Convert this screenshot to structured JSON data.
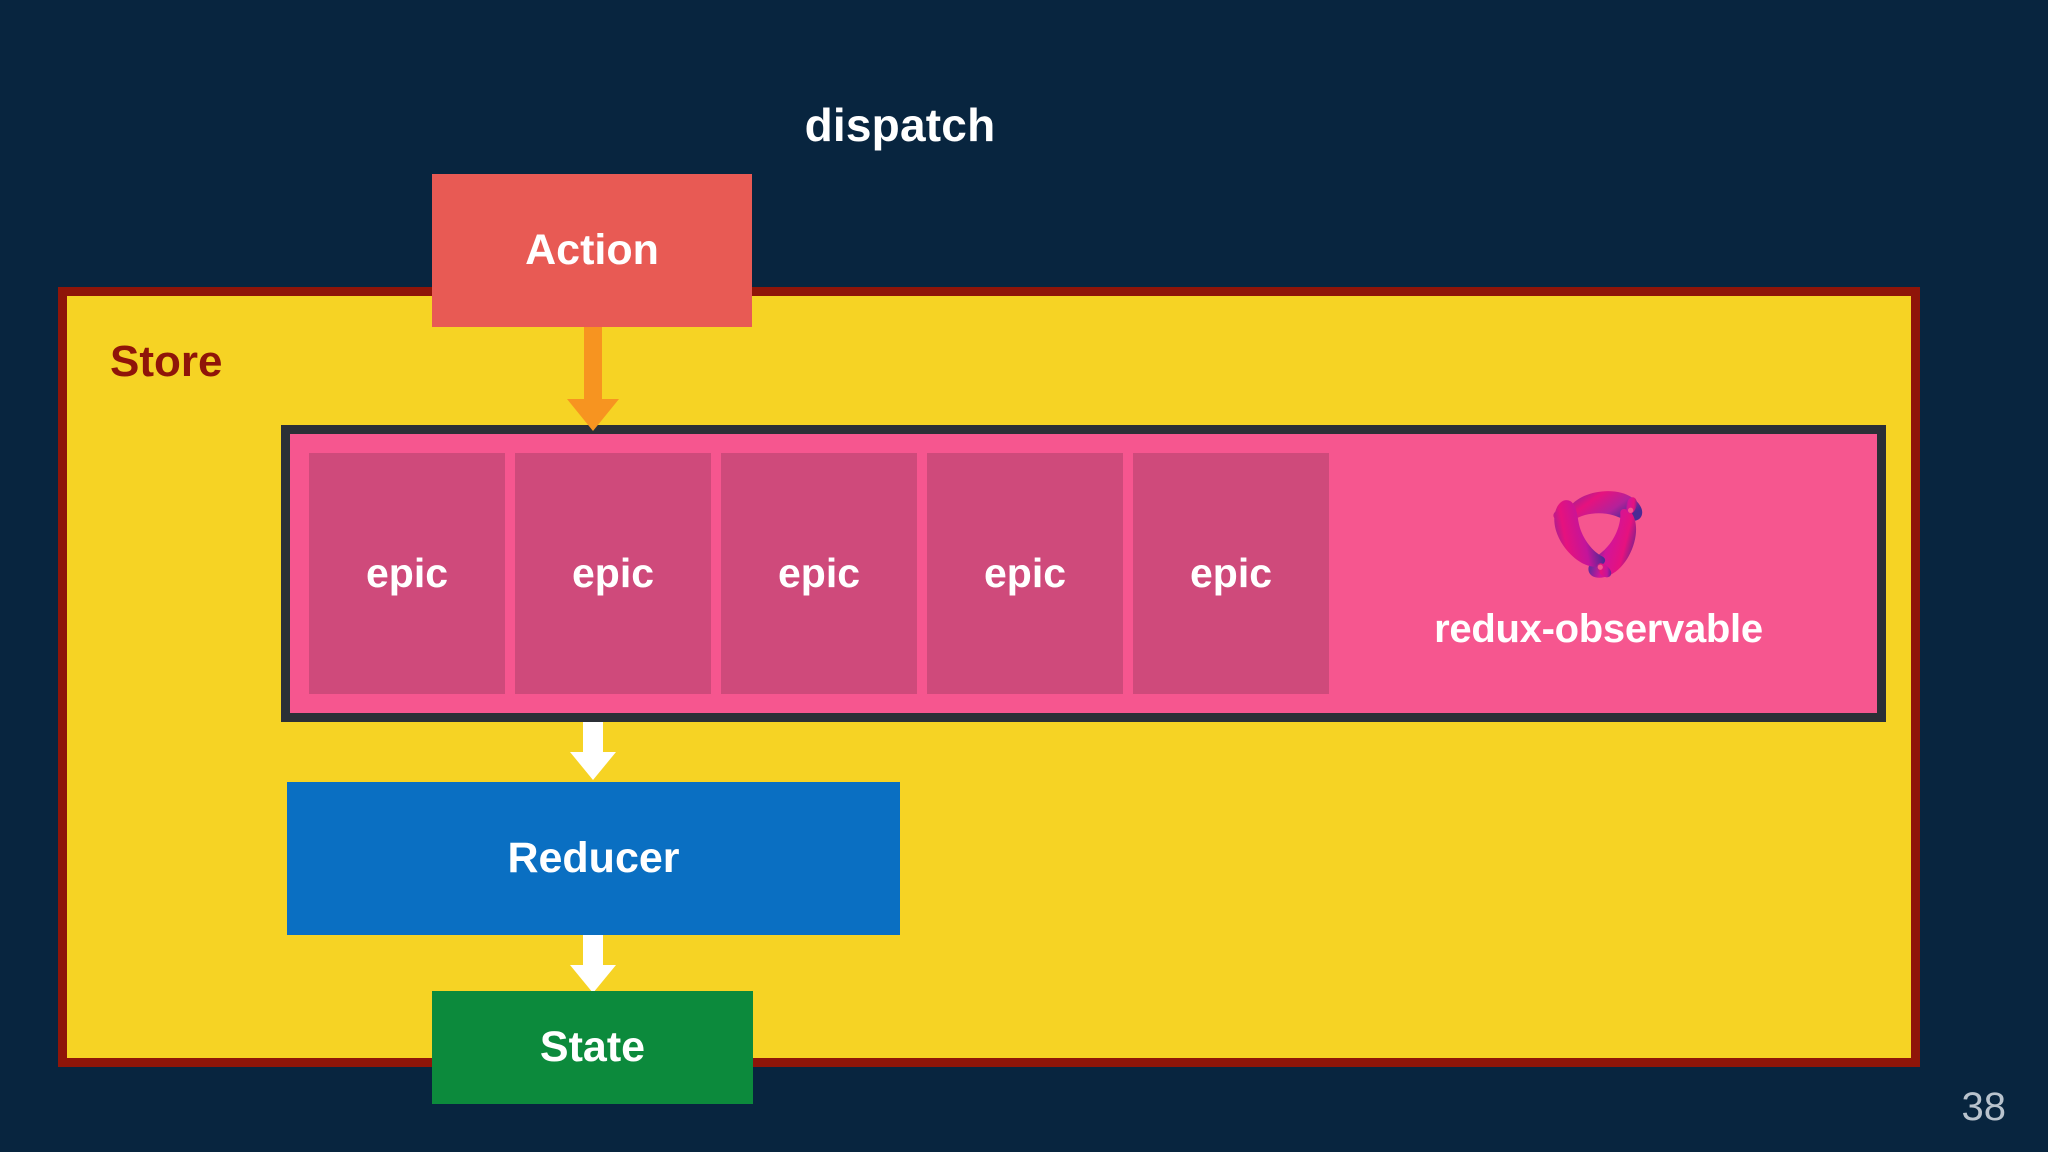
{
  "slide": {
    "page_number": "38",
    "background_color": "#08253f"
  },
  "dispatch": {
    "label": "dispatch",
    "color": "#ffffff"
  },
  "store": {
    "label": "Store",
    "fill_color": "#f6d324",
    "border_color": "#8f1509",
    "label_color": "#8f1509"
  },
  "action": {
    "label": "Action",
    "fill_color": "#e85a54",
    "text_color": "#ffffff"
  },
  "arrows": {
    "dispatch_arrow": {
      "name": "action-to-epics-arrow",
      "color": "#f79420",
      "direction": "down"
    },
    "epics_to_reducer_arrow": {
      "name": "epics-to-reducer-arrow",
      "color": "#ffffff",
      "direction": "down"
    },
    "reducer_to_state_arrow": {
      "name": "reducer-to-state-arrow",
      "color": "#ffffff",
      "direction": "down"
    }
  },
  "epic_container": {
    "fill_color": "#f6568f",
    "border_color": "#2b2f36",
    "epics": [
      {
        "label": "epic"
      },
      {
        "label": "epic"
      },
      {
        "label": "epic"
      },
      {
        "label": "epic"
      },
      {
        "label": "epic"
      }
    ],
    "epic_fill_color": "#cf4a7b",
    "branding": {
      "label": "redux-observable",
      "logo_icon": "redux-observable-platypus-ring-logo",
      "logo_colors": [
        "#e6127e",
        "#7b2a9e",
        "#5a2d91"
      ],
      "text_color": "#ffffff"
    }
  },
  "reducer": {
    "label": "Reducer",
    "fill_color": "#0a6fc2",
    "text_color": "#ffffff"
  },
  "state": {
    "label": "State",
    "fill_color": "#0c8a3c",
    "text_color": "#ffffff"
  }
}
